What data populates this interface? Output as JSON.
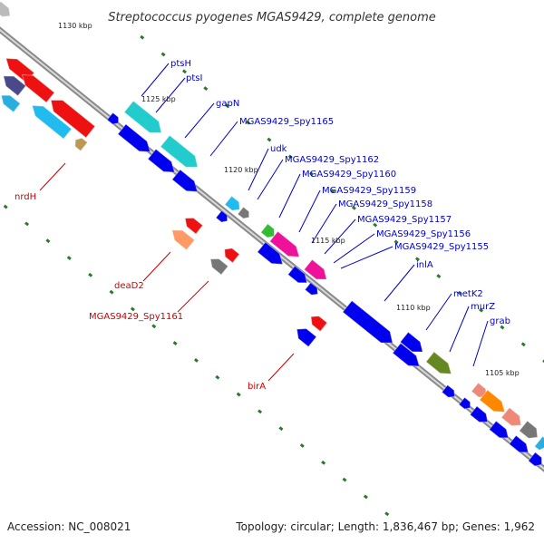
{
  "title": "Streptococcus pyogenes MGAS9429, complete genome",
  "footer": {
    "accession": "Accession: NC_008021",
    "topology": "Topology: circular; Length: 1,836,467 bp; Genes: 1,962"
  },
  "colors": {
    "backbone": "#8a8a8a",
    "forward_label": "#0000cc",
    "reverse_label": "#cc0000",
    "tick_dot": "#2a7a2a"
  },
  "scale_ticks": [
    "1130 kbp",
    "1125 kbp",
    "1120 kbp",
    "1115 kbp",
    "1110 kbp",
    "1105 kbp"
  ],
  "labels_forward": [
    "ptsH",
    "ptsI",
    "gapN",
    "MGAS9429_Spy1165",
    "udk",
    "MGAS9429_Spy1162",
    "MGAS9429_Spy1160",
    "MGAS9429_Spy1159",
    "MGAS9429_Spy1158",
    "MGAS9429_Spy1157",
    "MGAS9429_Spy1156",
    "MGAS9429_Spy1155",
    "inlA",
    "metK2",
    "murZ",
    "grab"
  ],
  "labels_reverse": [
    "nrdH",
    "deaD2",
    "MGAS9429_Spy1161",
    "birA"
  ]
}
